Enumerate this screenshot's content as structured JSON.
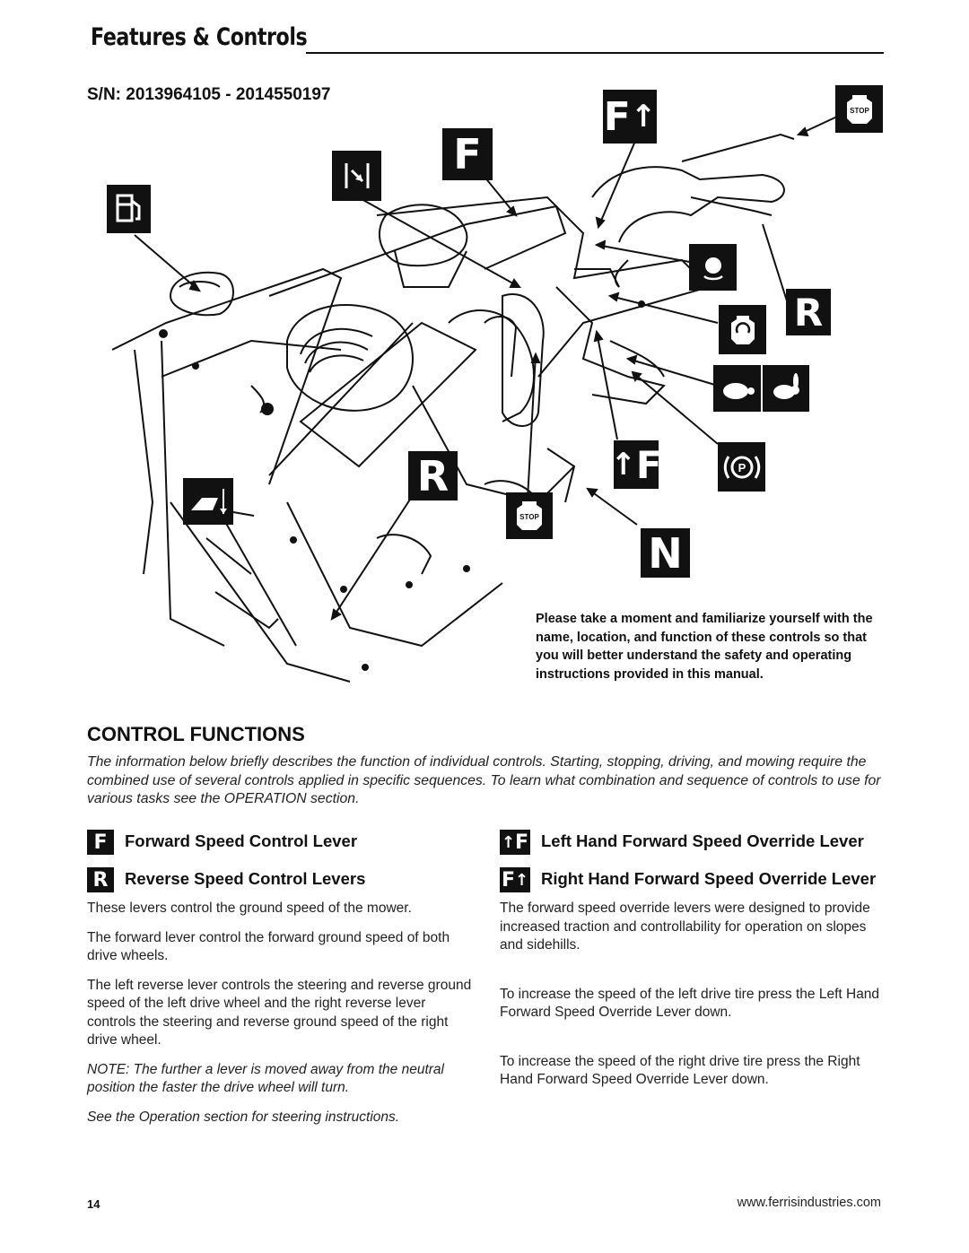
{
  "header": {
    "title": "Features & Controls"
  },
  "serial": "S/N: 2013964105 - 2014550197",
  "diagram": {
    "labels": {
      "f": "F",
      "r": "R",
      "n": "N",
      "f_arrow": "F",
      "stop": "STOP"
    },
    "note": "Please take a moment and familiarize yourself with the name, location, and function of these controls so that you will better understand the safety and operating instructions provided in this manual."
  },
  "section": {
    "title": "CONTROL FUNCTIONS",
    "intro": "The information below briefly describes the function of individual controls.  Starting, stopping, driving, and mowing require the combined use of several controls applied in specific sequences.  To learn what combination and sequence of controls to use for various tasks see the OPERATION section."
  },
  "left": {
    "items": [
      {
        "badge": "F",
        "title": "Forward Speed Control Lever"
      },
      {
        "badge": "R",
        "title": "Reverse Speed Control Levers"
      }
    ],
    "paragraphs": [
      "These levers control the ground speed of the mower.",
      "The forward lever control the forward ground speed of both drive wheels.",
      "The left reverse lever controls the steering and reverse ground speed of the left drive wheel and the right reverse lever controls the steering and reverse ground speed of the right drive wheel."
    ],
    "note": "NOTE: The further a lever is moved away from the neutral position the faster the drive wheel will turn.",
    "see": "See the Operation section for steering instructions."
  },
  "right": {
    "items": [
      {
        "badge": "F",
        "title": "Left Hand Forward Speed Override Lever"
      },
      {
        "badge": "F",
        "title": "Right Hand Forward Speed Override Lever"
      }
    ],
    "paragraphs": [
      "The forward speed override levers were designed to provide increased traction and controllability for operation on slopes and sidehills.",
      "To increase the speed of the left drive tire press the Left Hand Forward Speed Override Lever down.",
      "To increase the speed of the right drive tire press the Right Hand Forward Speed Override Lever down."
    ]
  },
  "footer": {
    "page": "14",
    "url": "www.ferrisindustries.com"
  }
}
